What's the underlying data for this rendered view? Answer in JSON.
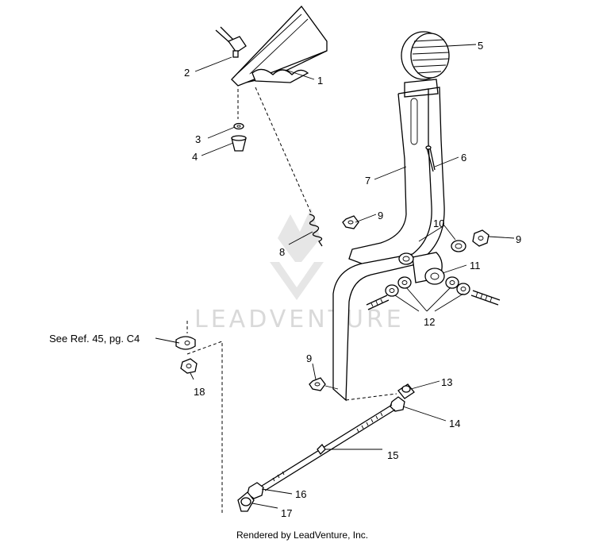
{
  "callouts": [
    "1",
    "2",
    "3",
    "4",
    "5",
    "6",
    "7",
    "8",
    "9",
    "9",
    "9",
    "10",
    "11",
    "12",
    "13",
    "14",
    "15",
    "16",
    "17",
    "18"
  ],
  "reference_note": "See Ref. 45, pg. C4",
  "watermark": "LEADVENTURE",
  "footer": "Rendered by LeadVenture, Inc."
}
